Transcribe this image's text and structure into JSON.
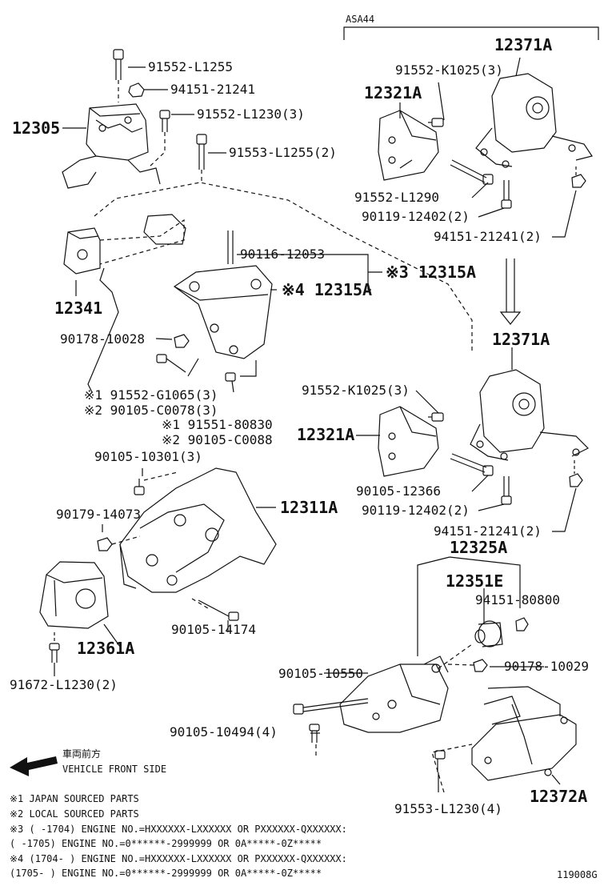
{
  "model_code": "ASA44",
  "figure_number": "119008G",
  "parts": {
    "p12305": "12305",
    "p91552_L1255": "91552-L1255",
    "p94151_21241": "94151-21241",
    "p91552_L1230_3": "91552-L1230(3)",
    "p91553_L1255_2": "91553-L1255(2)",
    "p12341": "12341",
    "p90116_12053": "90116-12053",
    "p12315A_ref3": "※3 12315A",
    "p12315A_ref4": "※4 12315A",
    "p90178_10028": "90178-10028",
    "p91552_G1065_3": "※1 91552-G1065(3)",
    "p90105_C0078_3": "※2 90105-C0078(3)",
    "p91551_80830": "※1 91551-80830",
    "p90105_C0088": "※2 90105-C0088",
    "p90105_10301_3": "90105-10301(3)",
    "p90179_14073": "90179-14073",
    "p12311A": "12311A",
    "p12361A": "12361A",
    "p90105_14174": "90105-14174",
    "p91672_L1230_2": "91672-L1230(2)",
    "p12371A_top": "12371A",
    "p91552_K1025_3_top": "91552-K1025(3)",
    "p12321A_top": "12321A",
    "p91552_L1290": "91552-L1290",
    "p90119_12402_2_top": "90119-12402(2)",
    "p94151_21241_2_top": "94151-21241(2)",
    "p12371A_mid": "12371A",
    "p91552_K1025_3_mid": "91552-K1025(3)",
    "p12321A_mid": "12321A",
    "p90105_12366": "90105-12366",
    "p90119_12402_2_mid": "90119-12402(2)",
    "p94151_21241_2_mid": "94151-21241(2)",
    "p12325A": "12325A",
    "p12351E": "12351E",
    "p94151_80800": "94151-80800",
    "p90178_10029": "90178-10029",
    "p90105_10550": "90105-10550",
    "p90105_10494_4": "90105-10494(4)",
    "p91553_L1230_4": "91553-L1230(4)",
    "p12372A": "12372A"
  },
  "direction": {
    "label_jp": "車両前方",
    "label_en": "VEHICLE FRONT SIDE"
  },
  "notes": {
    "n1": "※1  JAPAN SOURCED PARTS",
    "n2": "※2  LOCAL SOURCED PARTS",
    "n3a": "※3 (      -1704) ENGINE NO.=HXXXXXX-LXXXXXX OR PXXXXXX-QXXXXXX:",
    "n3b": "   (      -1705) ENGINE NO.=0******-2999999 OR 0A*****-0Z*****",
    "n4a": "※4 (1704-      ) ENGINE NO.=HXXXXXX-LXXXXXX OR PXXXXXX-QXXXXXX:",
    "n4b": "   (1705-      ) ENGINE NO.=0******-2999999 OR 0A*****-0Z*****"
  }
}
